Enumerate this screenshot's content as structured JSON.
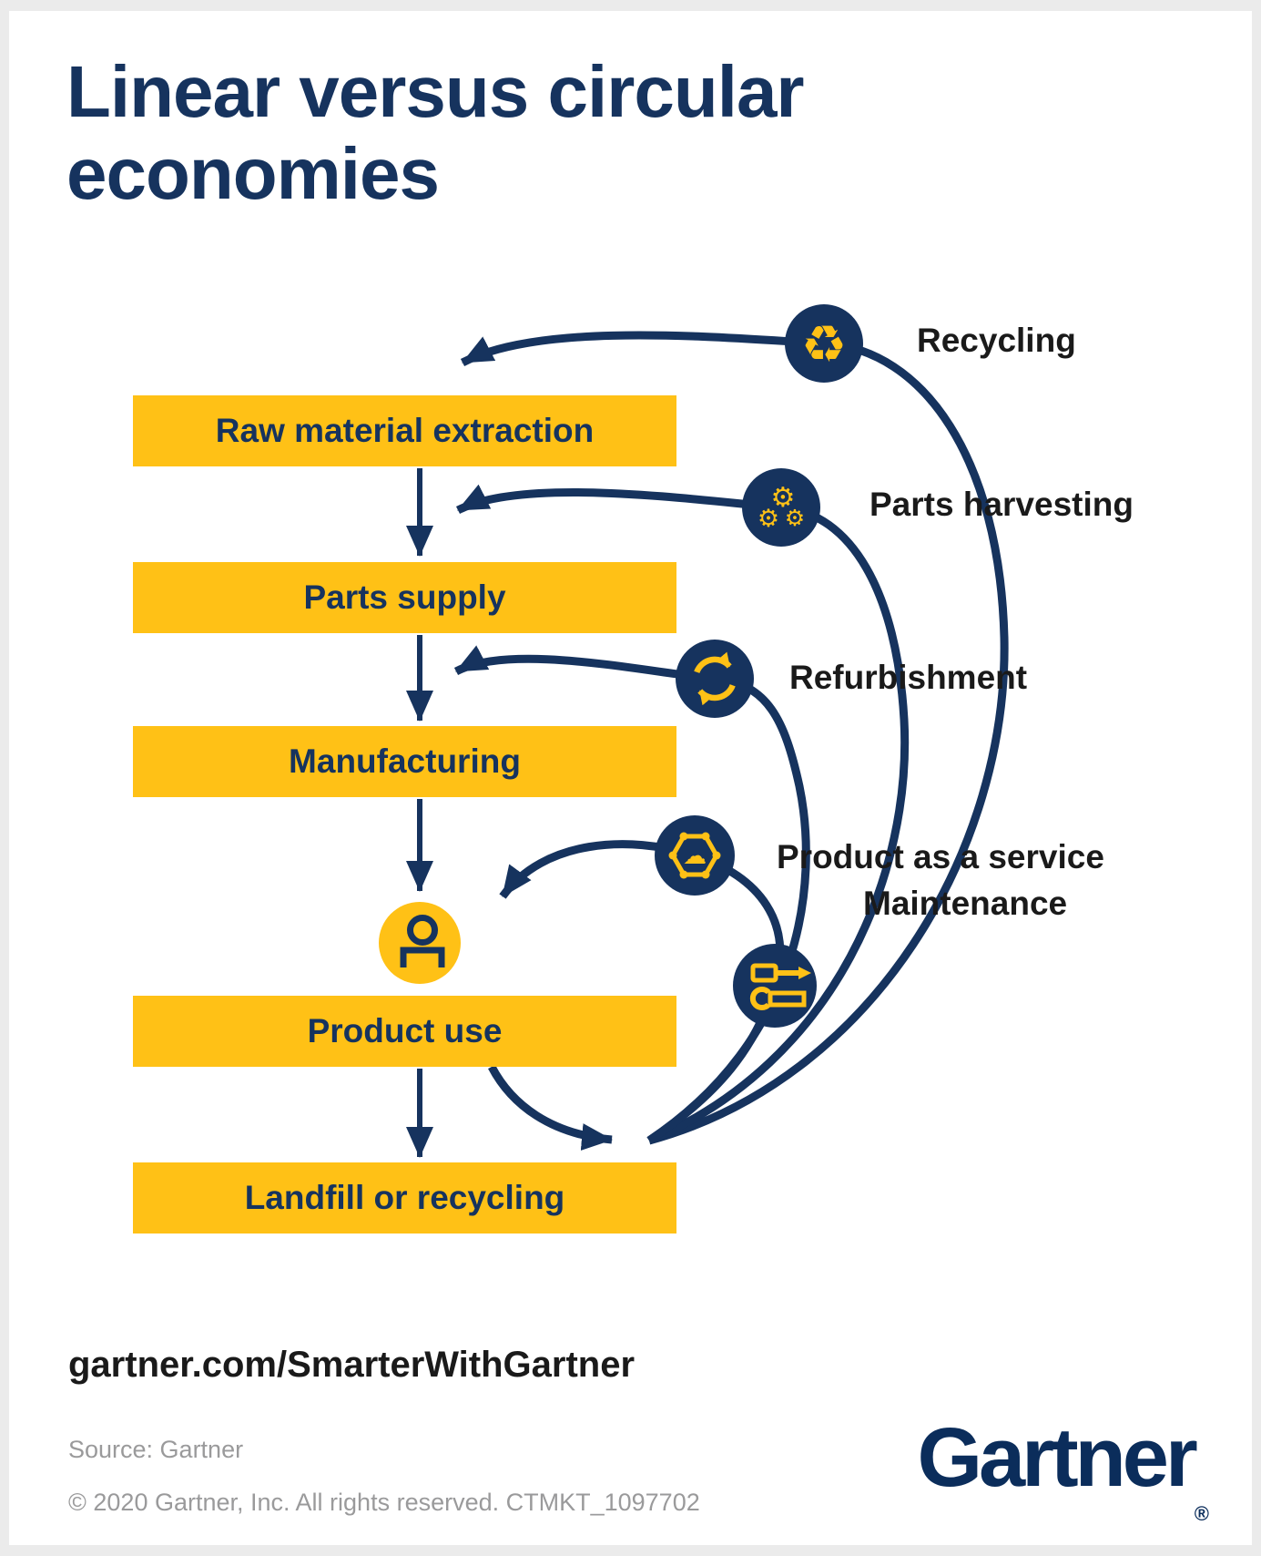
{
  "title": "Linear versus circular economies",
  "flow": {
    "boxes": [
      {
        "label": "Raw material extraction"
      },
      {
        "label": "Parts supply"
      },
      {
        "label": "Manufacturing"
      },
      {
        "label": "Product use"
      },
      {
        "label": "Landfill or recycling"
      }
    ]
  },
  "loops": [
    {
      "label": "Recycling",
      "icon": "recycling-icon"
    },
    {
      "label": "Parts harvesting",
      "icon": "gears-icon"
    },
    {
      "label": "Refurbishment",
      "icon": "refresh-arrows-icon"
    },
    {
      "label": "Product as a service",
      "icon": "cloud-network-icon"
    },
    {
      "label": "Maintenance",
      "icon": "tools-icon"
    }
  ],
  "person_icon": "product-user-icon",
  "footer": {
    "url": "gartner.com/SmarterWithGartner",
    "source": "Source: Gartner",
    "copyright": "© 2020 Gartner, Inc. All rights reserved. CTMKT_1097702",
    "logo": "Gartner",
    "registered": "®"
  },
  "colors": {
    "navy": "#16335E",
    "yellow": "#FFC116",
    "label_black": "#1A1A1A",
    "footer_gray": "#9A9A9B",
    "logo_navy": "#0B2D5B",
    "background": "#ebebeb",
    "card": "#ffffff"
  }
}
